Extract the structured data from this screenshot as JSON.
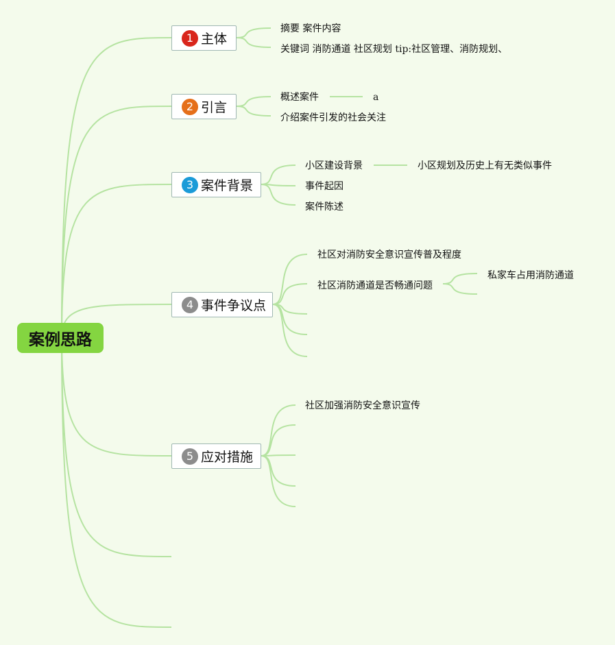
{
  "root": {
    "label": "案例思路",
    "color": "#84d541"
  },
  "branches": [
    {
      "num": "1",
      "label": "主体",
      "badge_color": "#d9261c",
      "children": [
        {
          "text": "摘要 案件内容"
        },
        {
          "text": "关键词 消防通道 社区规划 tip:社区管理、消防规划、"
        }
      ]
    },
    {
      "num": "2",
      "label": "引言",
      "badge_color": "#e56f1a",
      "children": [
        {
          "text": "概述案件",
          "sub": "a"
        },
        {
          "text": "介绍案件引发的社会关注"
        }
      ]
    },
    {
      "num": "3",
      "label": "案件背景",
      "badge_color": "#1b9bd8",
      "children": [
        {
          "text": "小区建设背景",
          "sub": "小区规划及历史上有无类似事件"
        },
        {
          "text": "事件起因"
        },
        {
          "text": "案件陈述"
        }
      ]
    },
    {
      "num": "4",
      "label": "事件争议点",
      "badge_color": "#8c8c8c",
      "children": [
        {
          "text": "社区对消防安全意识宣传普及程度"
        },
        {
          "text": "社区消防通道是否畅通问题",
          "sub": "私家车占用消防通道"
        }
      ]
    },
    {
      "num": "5",
      "label": "应对措施",
      "badge_color": "#8c8c8c",
      "children": [
        {
          "text": "社区加强消防安全意识宣传"
        }
      ]
    }
  ],
  "line_color": "#b5e3a1"
}
